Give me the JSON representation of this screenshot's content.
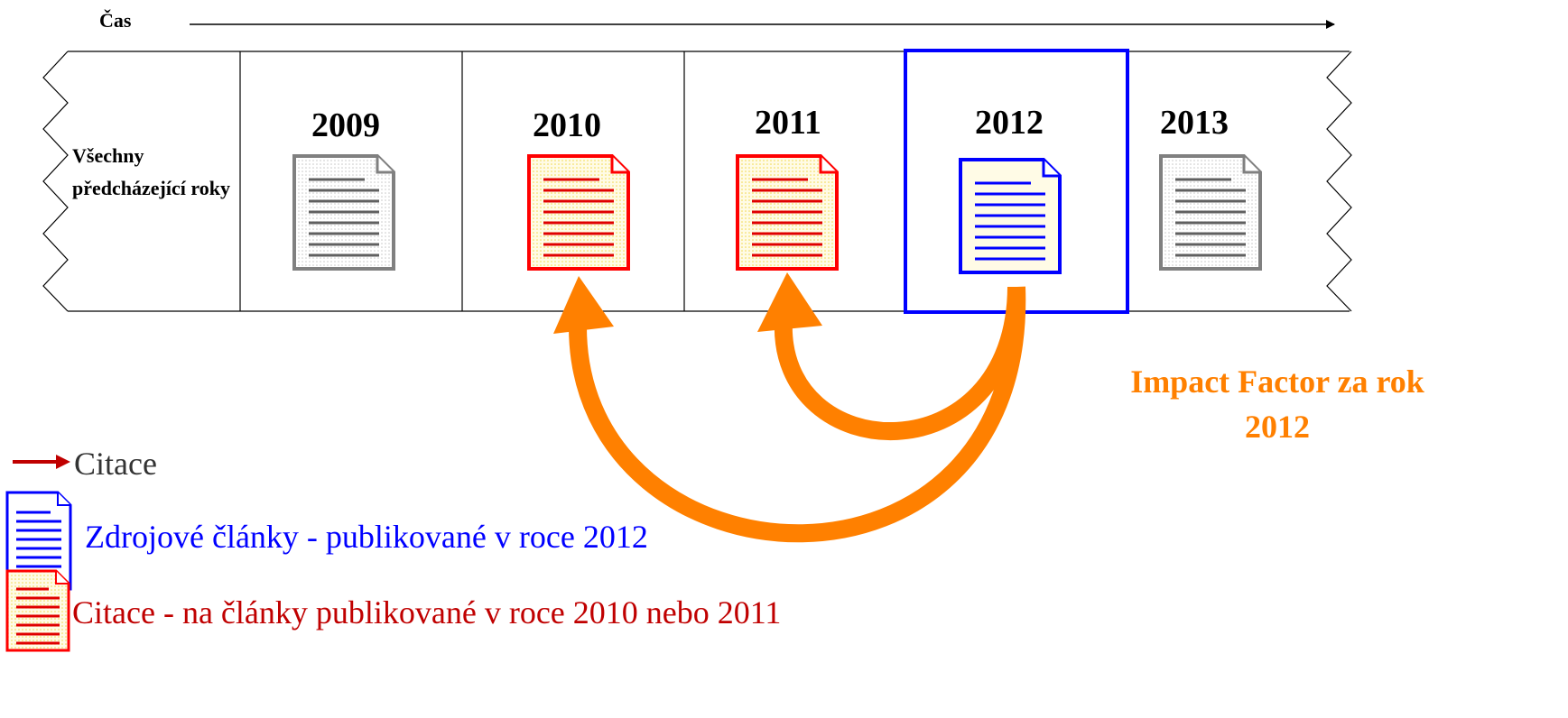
{
  "timeline": {
    "axis_label": "Čas",
    "previous_years_label": "Všechny předcházející roky",
    "years": [
      {
        "label": "2009",
        "doc_style": "gray"
      },
      {
        "label": "2010",
        "doc_style": "red"
      },
      {
        "label": "2011",
        "doc_style": "red"
      },
      {
        "label": "2012",
        "doc_style": "blue",
        "highlighted": true
      },
      {
        "label": "2013",
        "doc_style": "gray"
      }
    ]
  },
  "impact_factor": {
    "line1": "Impact Factor za rok",
    "line2": "2012"
  },
  "legend": {
    "citation_label": "Citace",
    "source_label": "Zdrojové články - publikované v roce 2012",
    "cited_label": "Citace - na články publikované v roce 2010 nebo 2011"
  },
  "colors": {
    "gray_doc": "#808080",
    "red_doc": "#FF0000",
    "blue_doc": "#0000FF",
    "highlight_frame": "#0000FF",
    "arrow": "#FF8000",
    "citation_arrow": "#C00000",
    "source_text": "#0000FF",
    "cited_text": "#C00000"
  },
  "icons": {
    "document": "document-icon",
    "citation_arrow": "arrow-right-icon",
    "curved_arrow": "curved-arrow-icon"
  }
}
